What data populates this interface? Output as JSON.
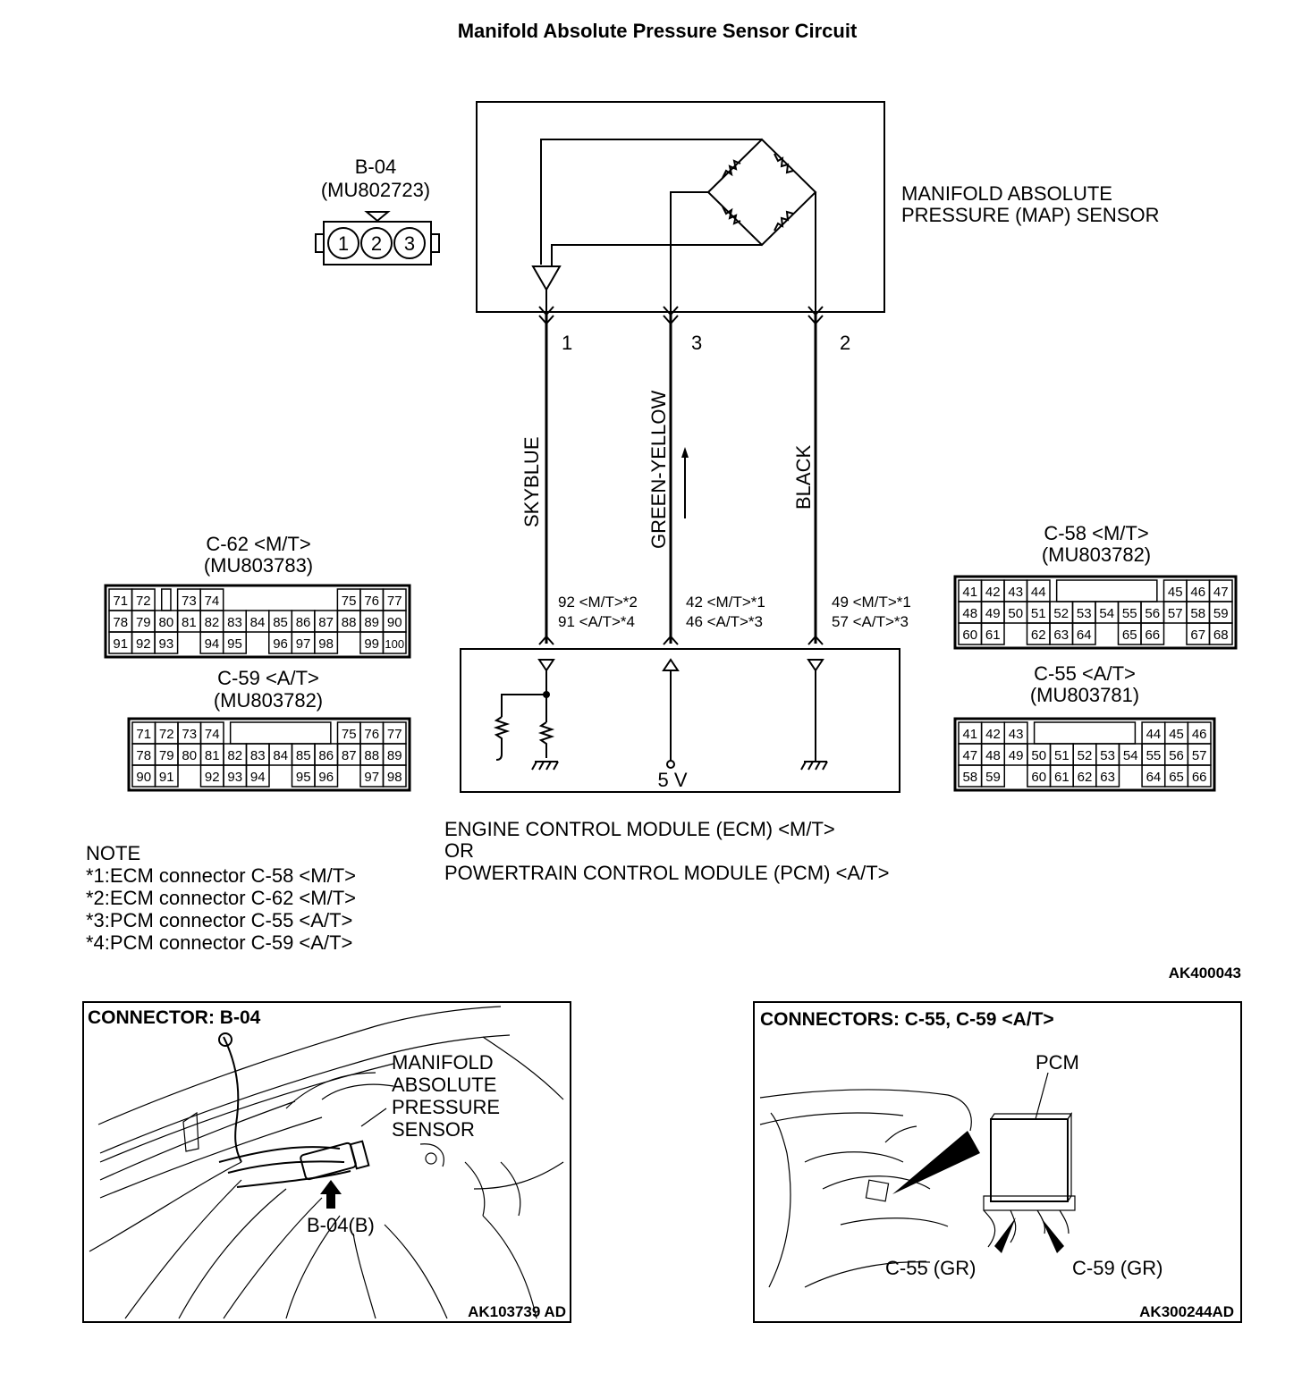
{
  "title": "Manifold Absolute Pressure Sensor Circuit",
  "sensor": {
    "label_line1": "MANIFOLD ABSOLUTE",
    "label_line2": "PRESSURE (MAP) SENSOR",
    "connector": {
      "id": "B-04",
      "part": "(MU802723)",
      "pins": [
        "1",
        "2",
        "3"
      ]
    }
  },
  "wires": [
    {
      "pin": "1",
      "color": "SKYBLUE",
      "ecm_line1": "92 <M/T>*2",
      "ecm_line2": "91 <A/T>*4"
    },
    {
      "pin": "3",
      "color": "GREEN-YELLOW",
      "ecm_line1": "42 <M/T>*1",
      "ecm_line2": "46 <A/T>*3"
    },
    {
      "pin": "2",
      "color": "BLACK",
      "ecm_line1": "49 <M/T>*1",
      "ecm_line2": "57 <A/T>*3"
    }
  ],
  "ecm": {
    "voltage": "5 V",
    "label_line1": "ENGINE CONTROL MODULE (ECM) <M/T>",
    "label_line2": "OR",
    "label_line3": "POWERTRAIN CONTROL MODULE (PCM) <A/T>"
  },
  "connectors": {
    "c62": {
      "id": "C-62 <M/T>",
      "part": "(MU803783)",
      "rows": [
        [
          "71",
          "72",
          "",
          "73",
          "74",
          "",
          "",
          "",
          "",
          "",
          "75",
          "76",
          "77"
        ],
        [
          "78",
          "79",
          "80",
          "81",
          "82",
          "83",
          "84",
          "85",
          "86",
          "87",
          "88",
          "89",
          "90"
        ],
        [
          "91",
          "92",
          "93",
          "",
          "94",
          "95",
          "",
          "96",
          "97",
          "98",
          "",
          "99",
          "100"
        ]
      ]
    },
    "c59": {
      "id": "C-59 <A/T>",
      "part": "(MU803782)",
      "rows": [
        [
          "71",
          "72",
          "73",
          "74",
          "",
          "",
          "",
          "",
          "",
          "75",
          "76",
          "77"
        ],
        [
          "78",
          "79",
          "80",
          "81",
          "82",
          "83",
          "84",
          "85",
          "86",
          "87",
          "88",
          "89"
        ],
        [
          "90",
          "91",
          "",
          "92",
          "93",
          "94",
          "",
          "95",
          "96",
          "",
          "97",
          "98"
        ]
      ]
    },
    "c58": {
      "id": "C-58 <M/T>",
      "part": "(MU803782)",
      "rows": [
        [
          "41",
          "42",
          "43",
          "44",
          "",
          "",
          "",
          "",
          "",
          "45",
          "46",
          "47"
        ],
        [
          "48",
          "49",
          "50",
          "51",
          "52",
          "53",
          "54",
          "55",
          "56",
          "57",
          "58",
          "59"
        ],
        [
          "60",
          "61",
          "",
          "62",
          "63",
          "64",
          "",
          "65",
          "66",
          "",
          "67",
          "68"
        ]
      ]
    },
    "c55": {
      "id": "C-55 <A/T>",
      "part": "(MU803781)",
      "rows": [
        [
          "41",
          "42",
          "43",
          "",
          "",
          "",
          "",
          "",
          "44",
          "45",
          "46"
        ],
        [
          "47",
          "48",
          "49",
          "50",
          "51",
          "52",
          "53",
          "54",
          "55",
          "56",
          "57"
        ],
        [
          "58",
          "59",
          "",
          "60",
          "61",
          "62",
          "63",
          "",
          "64",
          "65",
          "66"
        ]
      ]
    }
  },
  "notes": {
    "heading": "NOTE",
    "items": [
      "*1:ECM connector C-58 <M/T>",
      "*2:ECM connector C-62 <M/T>",
      "*3:PCM connector C-55 <A/T>",
      "*4:PCM connector C-59 <A/T>"
    ]
  },
  "diagram_code": "AK400043",
  "panel_left": {
    "title": "CONNECTOR: B-04",
    "label_lines": [
      "MANIFOLD",
      "ABSOLUTE",
      "PRESSURE",
      "SENSOR"
    ],
    "connector_label": "B-04(B)",
    "code": "AK103739 AD"
  },
  "panel_right": {
    "title": "CONNECTORS: C-55, C-59 <A/T>",
    "pcm_label": "PCM",
    "left_label": "C-55 (GR)",
    "right_label": "C-59 (GR)",
    "code": "AK300244AD"
  }
}
